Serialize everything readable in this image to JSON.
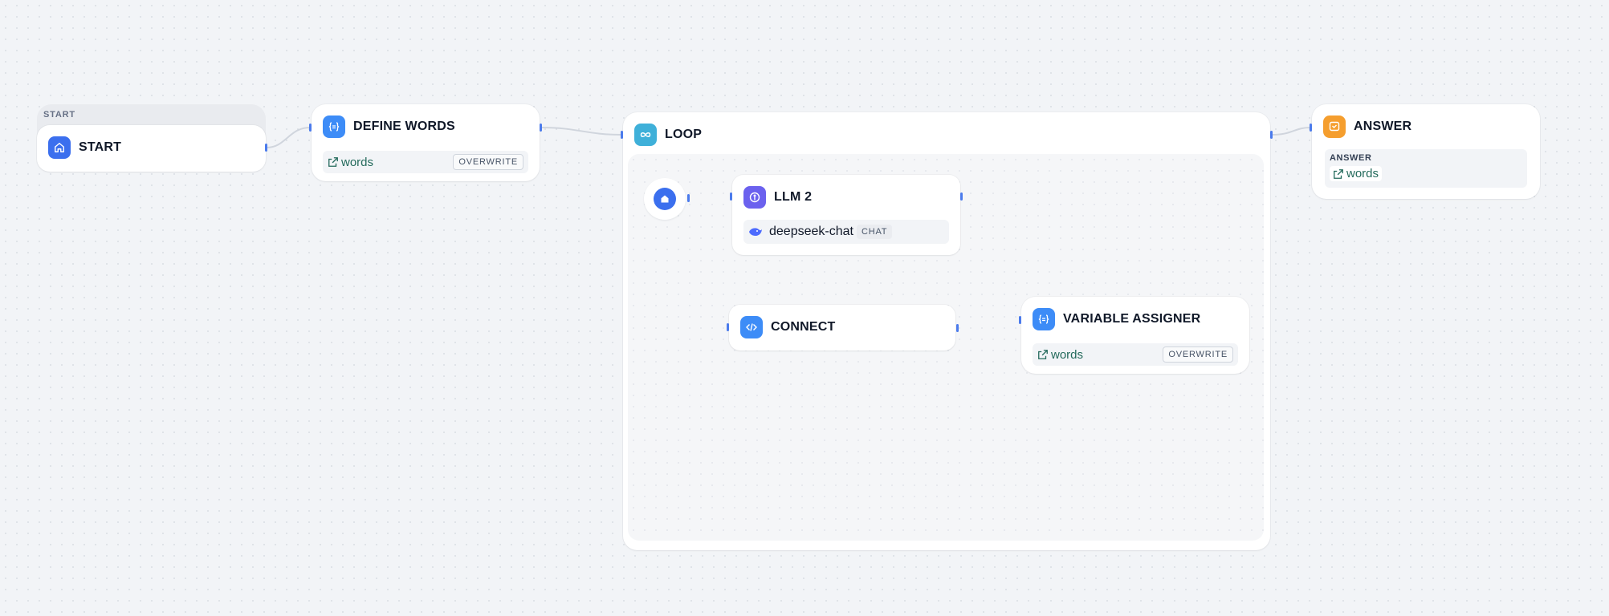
{
  "colors": {
    "canvas_bg": "#f2f4f7",
    "edge": "#d0d5dd",
    "handle": "#4b7bec",
    "blue_icon": "#3b6fee",
    "light_blue_icon": "#3d8cf7",
    "indigo_icon": "#6b61ee",
    "cyan_icon": "#3fb0d9",
    "orange_icon": "#f59e2e",
    "variable_text": "#236a5b"
  },
  "nodes": {
    "start": {
      "group_label": "START",
      "title": "START",
      "icon": "home-icon"
    },
    "define_words": {
      "title": "DEFINE WORDS",
      "icon": "variable-icon",
      "var_name": "words",
      "mode": "OVERWRITE"
    },
    "loop": {
      "title": "LOOP",
      "icon": "infinity-icon",
      "start_icon": "home-icon"
    },
    "llm2": {
      "title": "LLM 2",
      "icon": "llm-icon",
      "model": "deepseek-chat",
      "model_mode": "CHAT",
      "model_icon": "whale-icon"
    },
    "connect": {
      "title": "CONNECT",
      "icon": "code-icon"
    },
    "variable_assigner": {
      "title": "VARIABLE ASSIGNER",
      "icon": "variable-icon",
      "var_name": "words",
      "mode": "OVERWRITE"
    },
    "answer": {
      "title": "ANSWER",
      "icon": "answer-icon",
      "field_label": "ANSWER",
      "var_name": "words"
    }
  }
}
